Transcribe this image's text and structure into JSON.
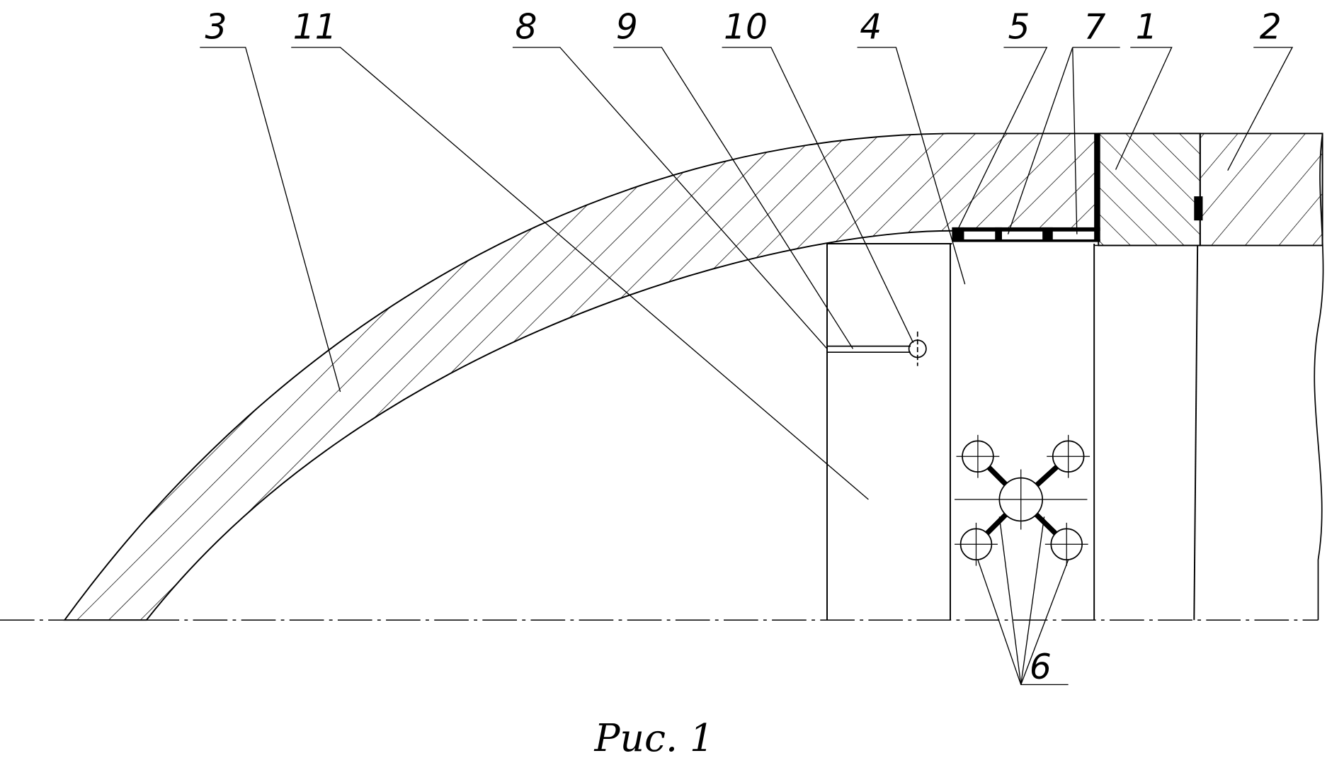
{
  "figure": {
    "caption": "Рис. 1",
    "labels": {
      "l3": "3",
      "l11": "11",
      "l8": "8",
      "l9": "9",
      "l10": "10",
      "l4": "4",
      "l5": "5",
      "l7": "7",
      "l1": "1",
      "l2": "2",
      "l6": "6"
    }
  }
}
